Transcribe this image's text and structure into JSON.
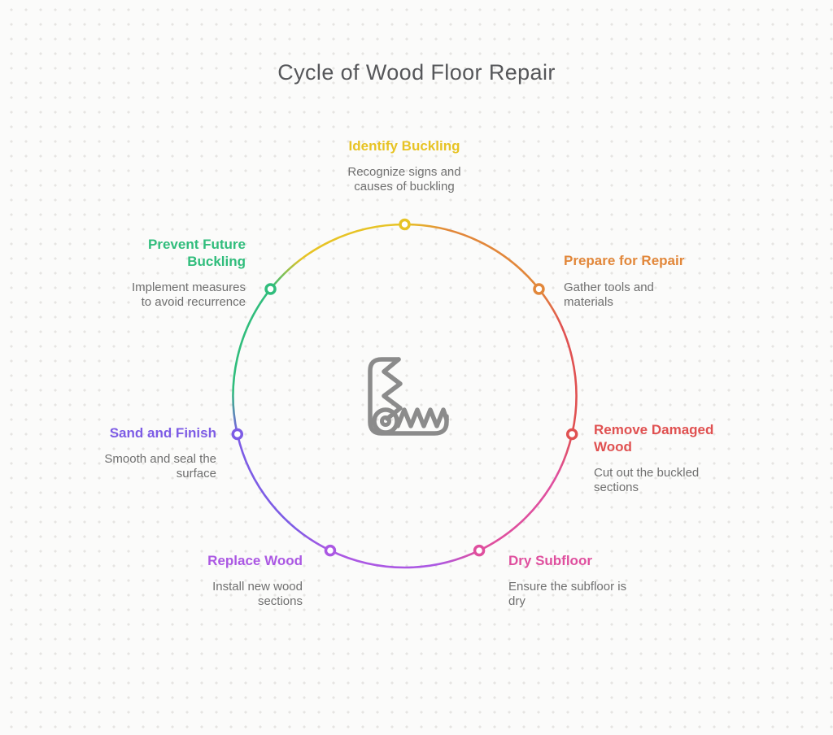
{
  "title": "Cycle of Wood Floor Repair",
  "colors": {
    "background": "#FBFBFA",
    "grid_dot": "#E6E4E2",
    "title_text": "#56575A",
    "description_text": "#6F6F6F",
    "center_icon": "#8B8B8B",
    "node_fill": "#FFFFFF"
  },
  "center_icon_name": "floor-repair-tool-icon",
  "steps": [
    {
      "label": "Identify Buckling",
      "description": "Recognize signs and causes of buckling",
      "color": "#E7C325"
    },
    {
      "label": "Prepare for Repair",
      "description": "Gather tools and materials",
      "color": "#E2873A"
    },
    {
      "label": "Remove Damaged Wood",
      "description": "Cut out the buckled sections",
      "color": "#E05151"
    },
    {
      "label": "Dry Subfloor",
      "description": "Ensure the subfloor is dry",
      "color": "#DF4F9E"
    },
    {
      "label": "Replace Wood",
      "description": "Install new wood sections",
      "color": "#AB58E3"
    },
    {
      "label": "Sand and Finish",
      "description": "Smooth and seal the surface",
      "color": "#7D5CE5"
    },
    {
      "label": "Prevent Future Buckling",
      "description": "Implement measures to avoid recurrence",
      "color": "#30BD7C"
    }
  ]
}
